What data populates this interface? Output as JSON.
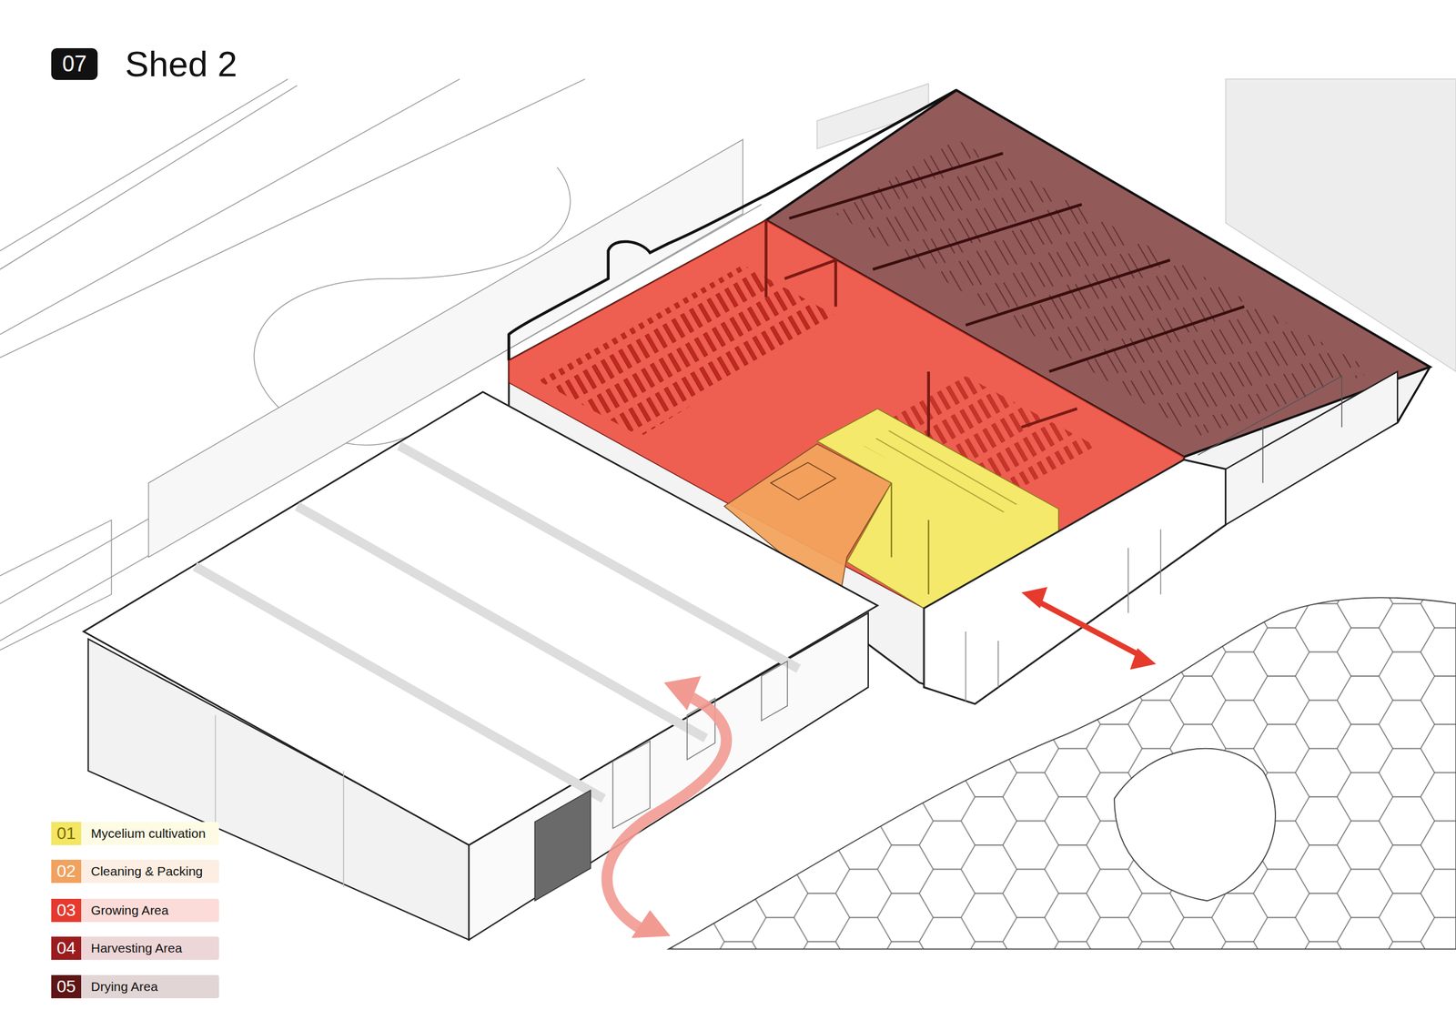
{
  "diagram": {
    "title": "Shed 2",
    "nodes": [
      {
        "text": [
          "07"
        ]
      }
    ],
    "labels": [
      "01",
      "02",
      "03",
      "04",
      "05"
    ],
    "legend": [
      {
        "text": "Mycelium cultivation",
        "color": "#f3e663"
      },
      {
        "text": "Cleaning & Packing",
        "color": "#f0a25e"
      },
      {
        "text": "Growing Area",
        "color": "#e63a2e"
      },
      {
        "text": "Harvesting Area",
        "color": "#9b1c1f"
      },
      {
        "text": "Drying Area",
        "color": "#5e1515"
      }
    ]
  }
}
